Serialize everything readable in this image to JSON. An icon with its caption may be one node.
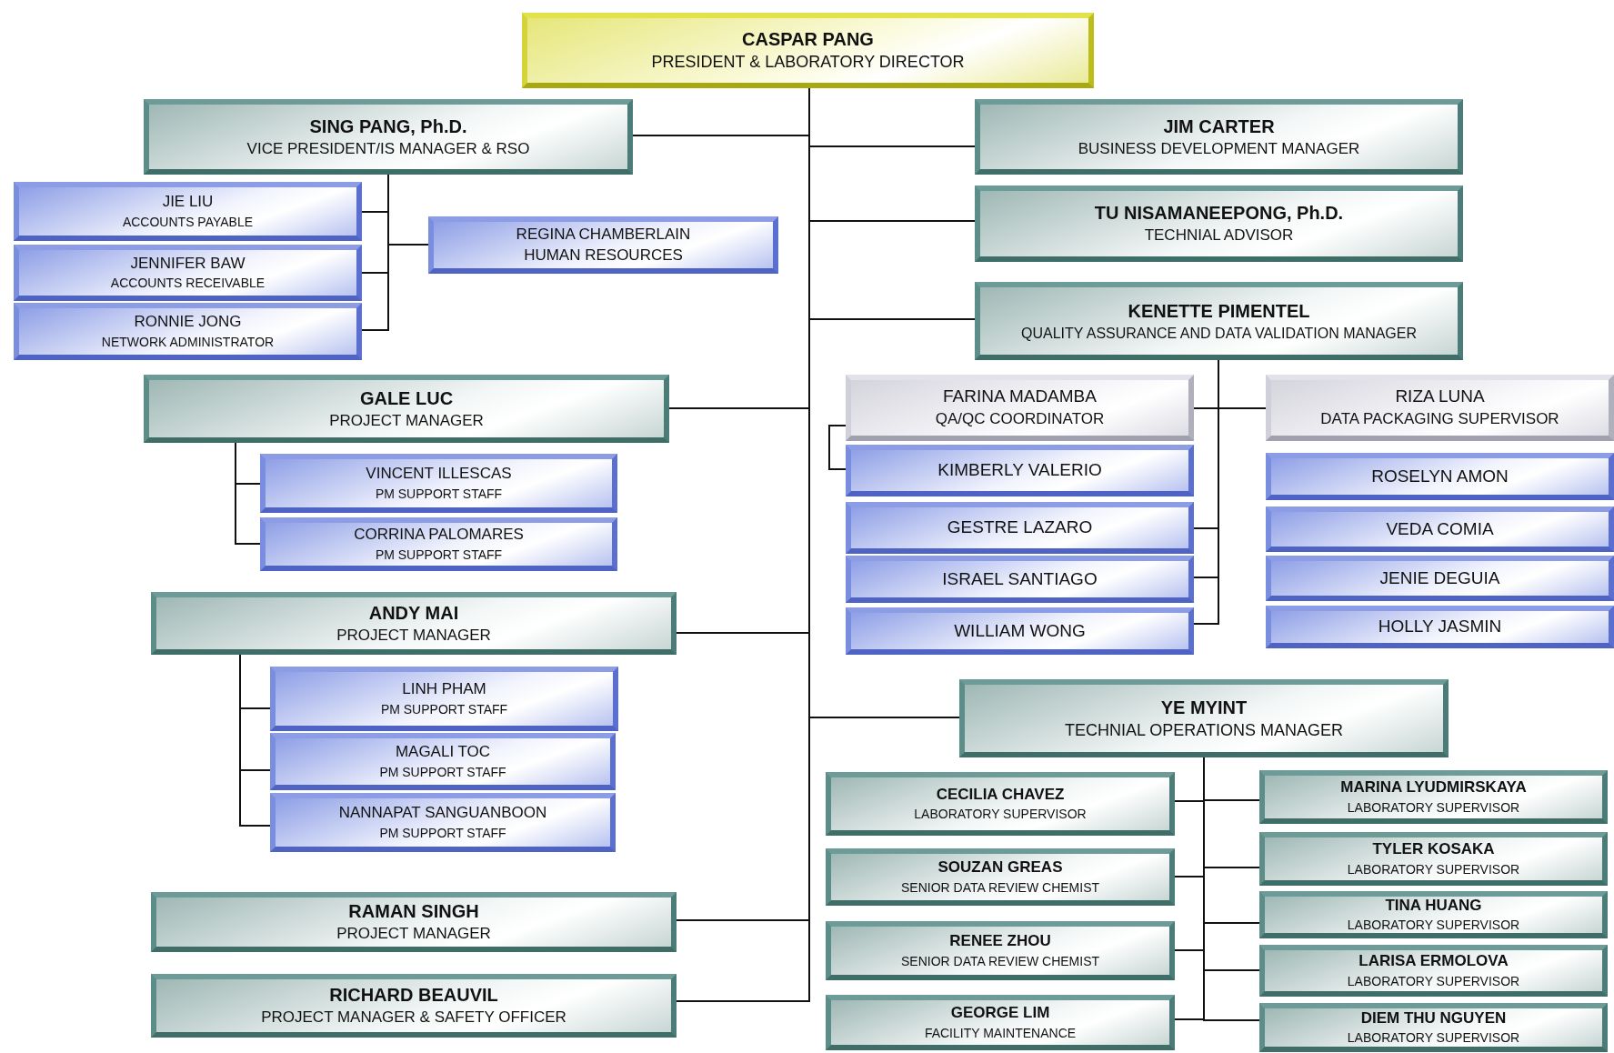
{
  "diagram": {
    "nodes": [
      {
        "text": [
          "CASPAR PANG",
          "PRESIDENT & LABORATORY DIRECTOR"
        ]
      },
      {
        "text": [
          "SING PANG, Ph.D.",
          "VICE PRESIDENT/IS MANAGER & RSO"
        ]
      },
      {
        "text": [
          "JIE LIU",
          "ACCOUNTS PAYABLE"
        ]
      },
      {
        "text": [
          "JENNIFER BAW",
          "ACCOUNTS RECEIVABLE"
        ]
      },
      {
        "text": [
          "RONNIE JONG",
          "NETWORK ADMINISTRATOR"
        ]
      },
      {
        "text": [
          "REGINA CHAMBERLAIN",
          "HUMAN RESOURCES"
        ]
      },
      {
        "text": [
          "GALE LUC",
          "PROJECT MANAGER"
        ]
      },
      {
        "text": [
          "VINCENT ILLESCAS",
          "PM SUPPORT STAFF"
        ]
      },
      {
        "text": [
          "CORRINA PALOMARES",
          "PM SUPPORT STAFF"
        ]
      },
      {
        "text": [
          "ANDY MAI",
          "PROJECT MANAGER"
        ]
      },
      {
        "text": [
          "LINH PHAM",
          "PM SUPPORT STAFF"
        ]
      },
      {
        "text": [
          "MAGALI TOC",
          "PM SUPPORT STAFF"
        ]
      },
      {
        "text": [
          "NANNAPAT SANGUANBOON",
          "PM SUPPORT STAFF"
        ]
      },
      {
        "text": [
          "RAMAN SINGH",
          "PROJECT MANAGER"
        ]
      },
      {
        "text": [
          "RICHARD BEAUVIL",
          "PROJECT MANAGER & SAFETY OFFICER"
        ]
      },
      {
        "text": [
          "JIM CARTER",
          "BUSINESS DEVELOPMENT MANAGER"
        ]
      },
      {
        "text": [
          "TU NISAMANEEPONG, Ph.D.",
          "TECHNIAL ADVISOR"
        ]
      },
      {
        "text": [
          "KENETTE PIMENTEL",
          "QUALITY ASSURANCE AND DATA VALIDATION MANAGER"
        ]
      },
      {
        "text": [
          "FARINA MADAMBA",
          "QA/QC COORDINATOR"
        ]
      },
      {
        "text": [
          "KIMBERLY VALERIO"
        ]
      },
      {
        "text": [
          "GESTRE LAZARO"
        ]
      },
      {
        "text": [
          "ISRAEL SANTIAGO"
        ]
      },
      {
        "text": [
          "WILLIAM WONG"
        ]
      },
      {
        "text": [
          "RIZA LUNA",
          "DATA PACKAGING SUPERVISOR"
        ]
      },
      {
        "text": [
          "ROSELYN AMON"
        ]
      },
      {
        "text": [
          "VEDA COMIA"
        ]
      },
      {
        "text": [
          "JENIE DEGUIA"
        ]
      },
      {
        "text": [
          "HOLLY JASMIN"
        ]
      },
      {
        "text": [
          "YE MYINT",
          "TECHNIAL OPERATIONS MANAGER"
        ]
      },
      {
        "text": [
          "CECILIA CHAVEZ",
          "LABORATORY SUPERVISOR"
        ]
      },
      {
        "text": [
          "SOUZAN GREAS",
          "SENIOR DATA REVIEW CHEMIST"
        ]
      },
      {
        "text": [
          "RENEE ZHOU",
          "SENIOR DATA REVIEW CHEMIST"
        ]
      },
      {
        "text": [
          "GEORGE LIM",
          "FACILITY MAINTENANCE"
        ]
      },
      {
        "text": [
          "MARINA LYUDMIRSKAYA",
          "LABORATORY SUPERVISOR"
        ]
      },
      {
        "text": [
          "TYLER KOSAKA",
          "LABORATORY SUPERVISOR"
        ]
      },
      {
        "text": [
          "TINA HUANG",
          "LABORATORY SUPERVISOR"
        ]
      },
      {
        "text": [
          "LARISA ERMOLOVA",
          "LABORATORY SUPERVISOR"
        ]
      },
      {
        "text": [
          "DIEM THU NGUYEN",
          "LABORATORY SUPERVISOR"
        ]
      }
    ],
    "edges": [
      {
        "from": 0,
        "to": 1,
        "arrow": "none"
      },
      {
        "from": 0,
        "to": 6,
        "arrow": "none"
      },
      {
        "from": 0,
        "to": 9,
        "arrow": "none"
      },
      {
        "from": 0,
        "to": 13,
        "arrow": "none"
      },
      {
        "from": 0,
        "to": 14,
        "arrow": "none"
      },
      {
        "from": 0,
        "to": 15,
        "arrow": "none"
      },
      {
        "from": 0,
        "to": 16,
        "arrow": "none"
      },
      {
        "from": 0,
        "to": 17,
        "arrow": "none"
      },
      {
        "from": 0,
        "to": 28,
        "arrow": "none"
      },
      {
        "from": 1,
        "to": 2,
        "arrow": "none"
      },
      {
        "from": 1,
        "to": 3,
        "arrow": "none"
      },
      {
        "from": 1,
        "to": 4,
        "arrow": "none"
      },
      {
        "from": 1,
        "to": 5,
        "arrow": "none"
      },
      {
        "from": 6,
        "to": 7,
        "arrow": "none"
      },
      {
        "from": 6,
        "to": 8,
        "arrow": "none"
      },
      {
        "from": 9,
        "to": 10,
        "arrow": "none"
      },
      {
        "from": 9,
        "to": 11,
        "arrow": "none"
      },
      {
        "from": 9,
        "to": 12,
        "arrow": "none"
      },
      {
        "from": 17,
        "to": 18,
        "arrow": "none"
      },
      {
        "from": 17,
        "to": 23,
        "arrow": "none"
      },
      {
        "from": 17,
        "to": 20,
        "arrow": "none"
      },
      {
        "from": 17,
        "to": 21,
        "arrow": "none"
      },
      {
        "from": 17,
        "to": 22,
        "arrow": "none"
      },
      {
        "from": 18,
        "to": 19,
        "arrow": "none"
      },
      {
        "from": 28,
        "to": 29,
        "arrow": "none"
      },
      {
        "from": 28,
        "to": 30,
        "arrow": "none"
      },
      {
        "from": 28,
        "to": 31,
        "arrow": "none"
      },
      {
        "from": 28,
        "to": 32,
        "arrow": "none"
      },
      {
        "from": 28,
        "to": 33,
        "arrow": "none"
      },
      {
        "from": 28,
        "to": 34,
        "arrow": "none"
      },
      {
        "from": 28,
        "to": 35,
        "arrow": "none"
      },
      {
        "from": 28,
        "to": 36,
        "arrow": "none"
      },
      {
        "from": 28,
        "to": 37,
        "arrow": "none"
      }
    ]
  }
}
